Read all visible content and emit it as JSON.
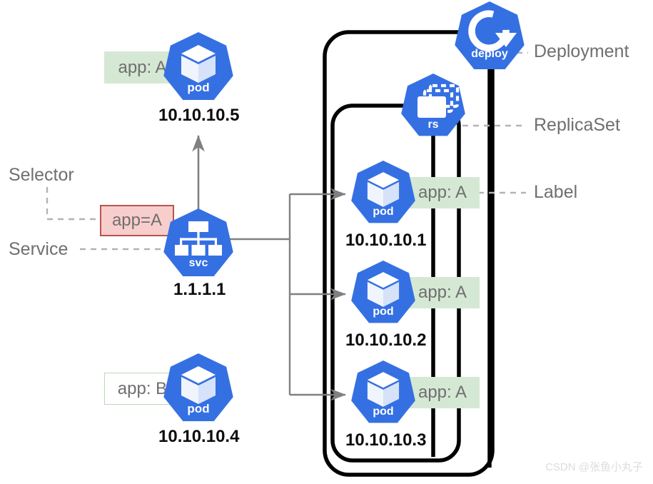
{
  "diagram": {
    "title": "Kubernetes Service Selector, Deployment, ReplicaSet and Pod Labels",
    "colors": {
      "k8s_blue": "#3570e3",
      "label_badge_fill": "#d5e8d4",
      "label_badge_border": "#bcd8b8",
      "selector_badge_fill": "#f8cecc",
      "selector_badge_border": "#b85450",
      "container_stroke": "#000000",
      "arrow_gray": "#808080",
      "dashed_gray": "#b3b3b3",
      "text_gray": "#6f6f6f",
      "ip_text": "#0d0d0d",
      "watermark": "#dcdcdc"
    }
  },
  "side_labels": {
    "selector": "Selector",
    "service": "Service",
    "deployment": "Deployment",
    "replicaset": "ReplicaSet",
    "label": "Label"
  },
  "selector_badge": {
    "text": "app=A"
  },
  "icons": {
    "pod_caption": "pod",
    "svc_caption": "svc",
    "deploy_caption": "deploy",
    "rs_caption": "rs"
  },
  "service_node": {
    "icon": "svc-icon",
    "ip": "1.1.1.1"
  },
  "standalone_pods": [
    {
      "icon": "pod-icon",
      "label": "app: A",
      "label_style": "filled",
      "ip": "10.10.10.5"
    },
    {
      "icon": "pod-icon",
      "label": "app: B",
      "label_style": "outline",
      "ip": "10.10.10.4"
    }
  ],
  "managed_pods": [
    {
      "icon": "pod-icon",
      "label": "app: A",
      "ip": "10.10.10.1"
    },
    {
      "icon": "pod-icon",
      "label": "app: A",
      "ip": "10.10.10.2"
    },
    {
      "icon": "pod-icon",
      "label": "app: A",
      "ip": "10.10.10.3"
    }
  ],
  "watermark": {
    "text": "CSDN @张鱼小丸子"
  }
}
